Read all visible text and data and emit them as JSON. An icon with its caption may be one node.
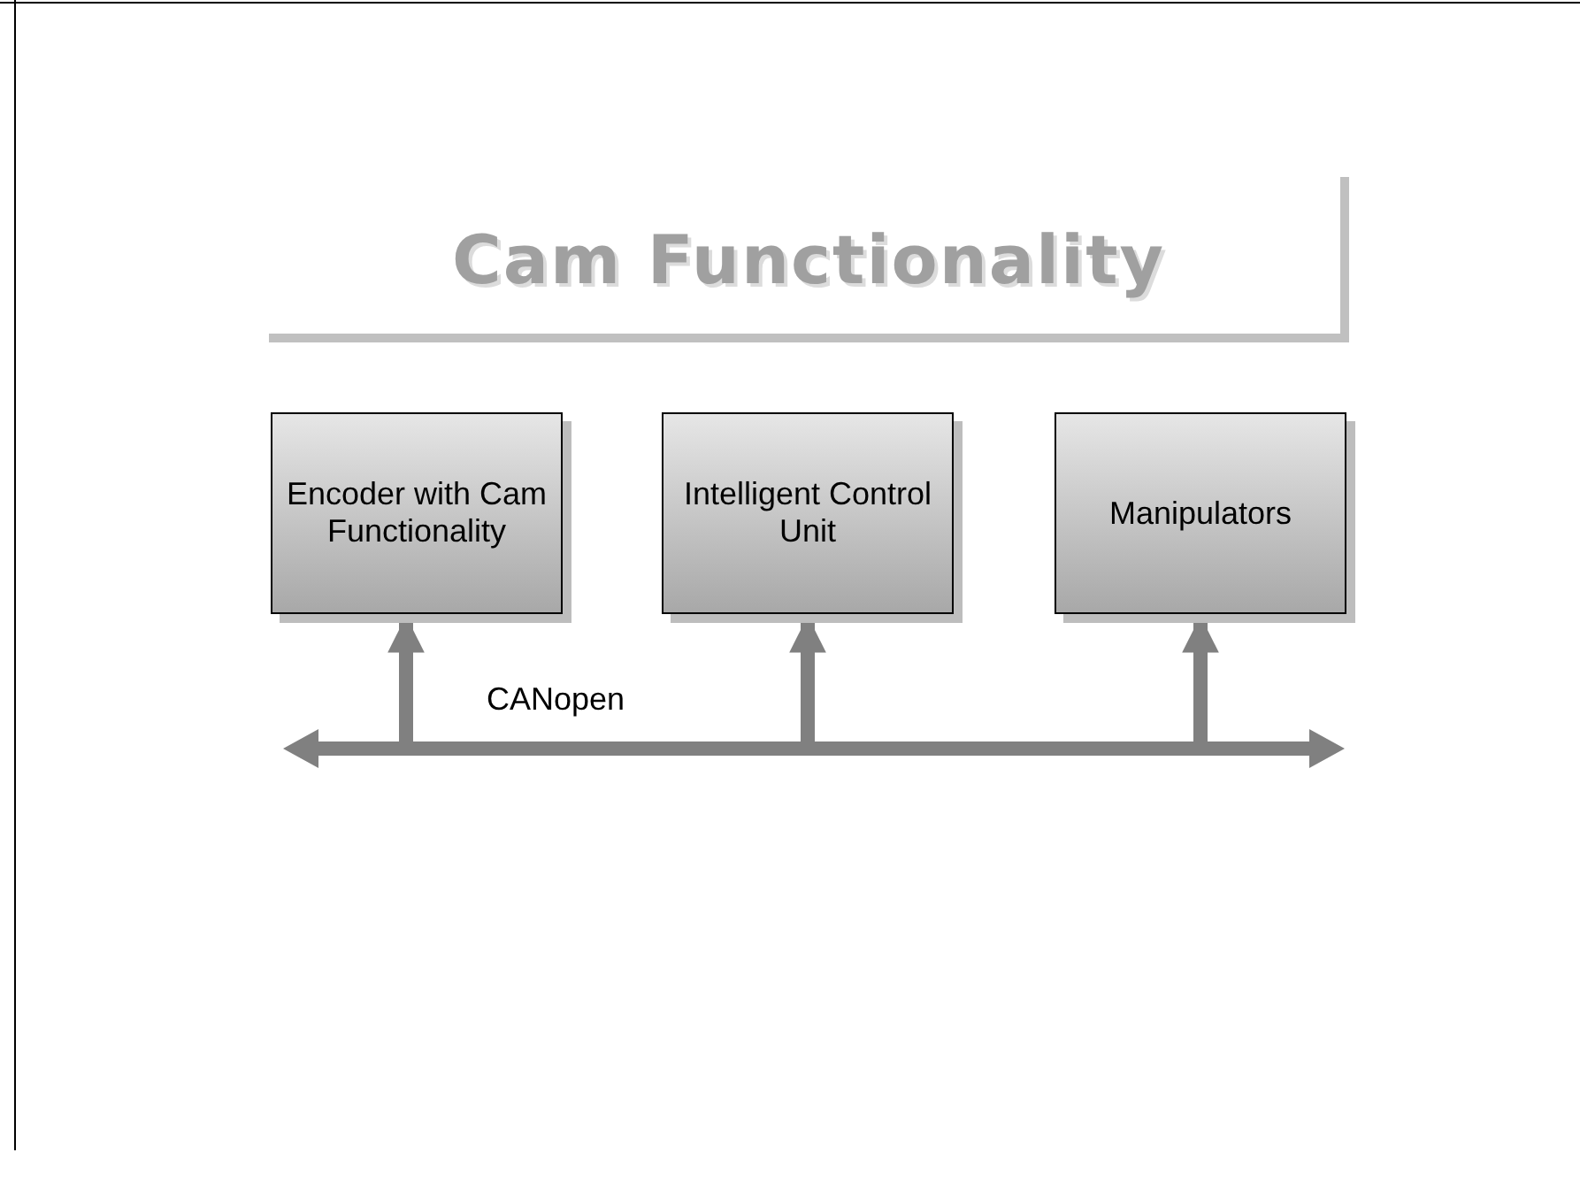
{
  "diagram": {
    "title": "Cam Functionality",
    "nodes": [
      {
        "text": [
          "Encoder with Cam Functionality"
        ]
      },
      {
        "text": [
          "Intelligent Control Unit"
        ]
      },
      {
        "text": [
          "Manipulators"
        ]
      },
      {
        "text": [],
        "shape": "bar",
        "beside": [
          "CANopen"
        ]
      }
    ],
    "edges": [
      {
        "from": 3,
        "to": 0,
        "arrow": "to"
      },
      {
        "from": 3,
        "to": 1,
        "arrow": "to"
      },
      {
        "from": 3,
        "to": 2,
        "arrow": "to"
      }
    ]
  }
}
